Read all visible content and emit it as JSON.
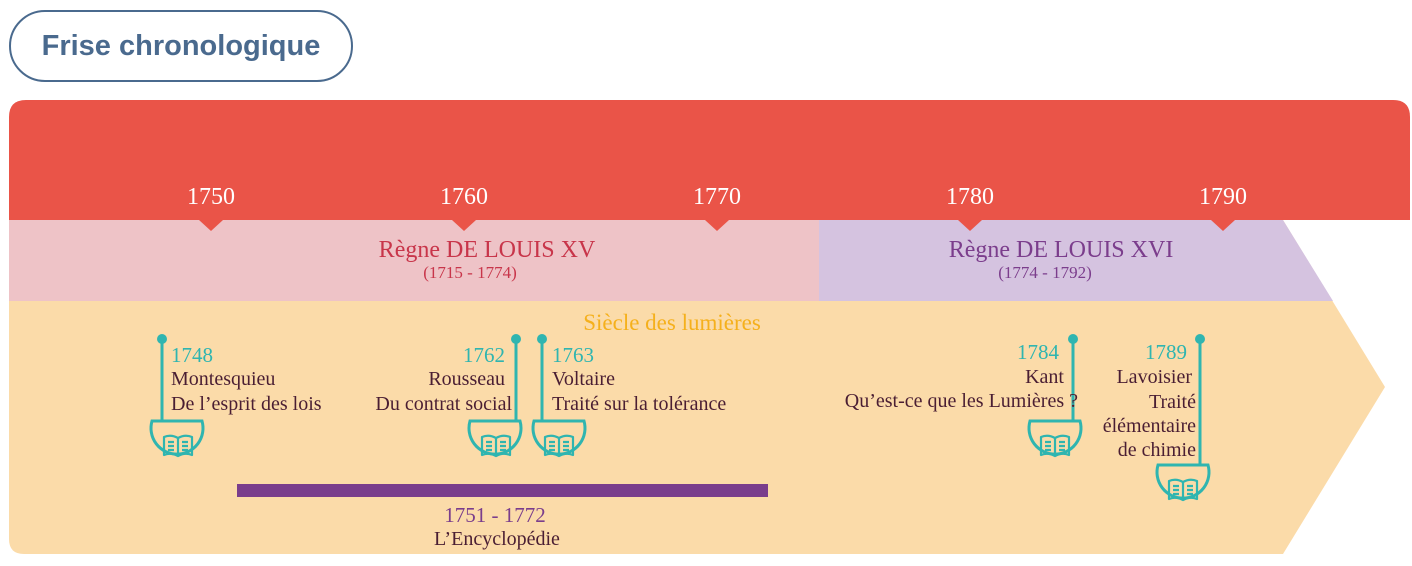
{
  "title": "Frise chronologique",
  "colors": {
    "header_band": "#ea5448",
    "era_band": "#fbdba9",
    "louis_xv_band": "#eec3c7",
    "louis_xvi_band": "#d5c3e0",
    "louis_xv_text": "#c8354a",
    "louis_xvi_text": "#7b3d8c",
    "era_text": "#f5b01c",
    "event_accent": "#2fb5b0",
    "encyclopedie_bar": "#7a3d8c"
  },
  "years": [
    "1750",
    "1760",
    "1770",
    "1780",
    "1790"
  ],
  "reigns": [
    {
      "name": "Règne DE LOUIS XV",
      "dates": "(1715 - 1774)"
    },
    {
      "name": "Règne DE LOUIS XVI",
      "dates": "(1774 - 1792)"
    }
  ],
  "era_label": "Siècle des lumières",
  "events": [
    {
      "year": "1748",
      "author": "Montesquieu",
      "work": "De l’esprit des lois",
      "icon": "book-icon"
    },
    {
      "year": "1762",
      "author": "Rousseau",
      "work": "Du contrat social",
      "icon": "book-icon"
    },
    {
      "year": "1763",
      "author": "Voltaire",
      "work": "Traité sur la tolérance",
      "icon": "book-icon"
    },
    {
      "year": "1784",
      "author": "Kant",
      "work": "Qu’est-ce que les Lumières ?",
      "icon": "book-icon"
    },
    {
      "year": "1789",
      "author": "Lavoisier",
      "work_lines": [
        "Traité",
        "élémentaire",
        "de chimie"
      ],
      "icon": "book-icon"
    }
  ],
  "encyclopedie": {
    "years": "1751 - 1772",
    "title": "L’Encyclopédie"
  }
}
